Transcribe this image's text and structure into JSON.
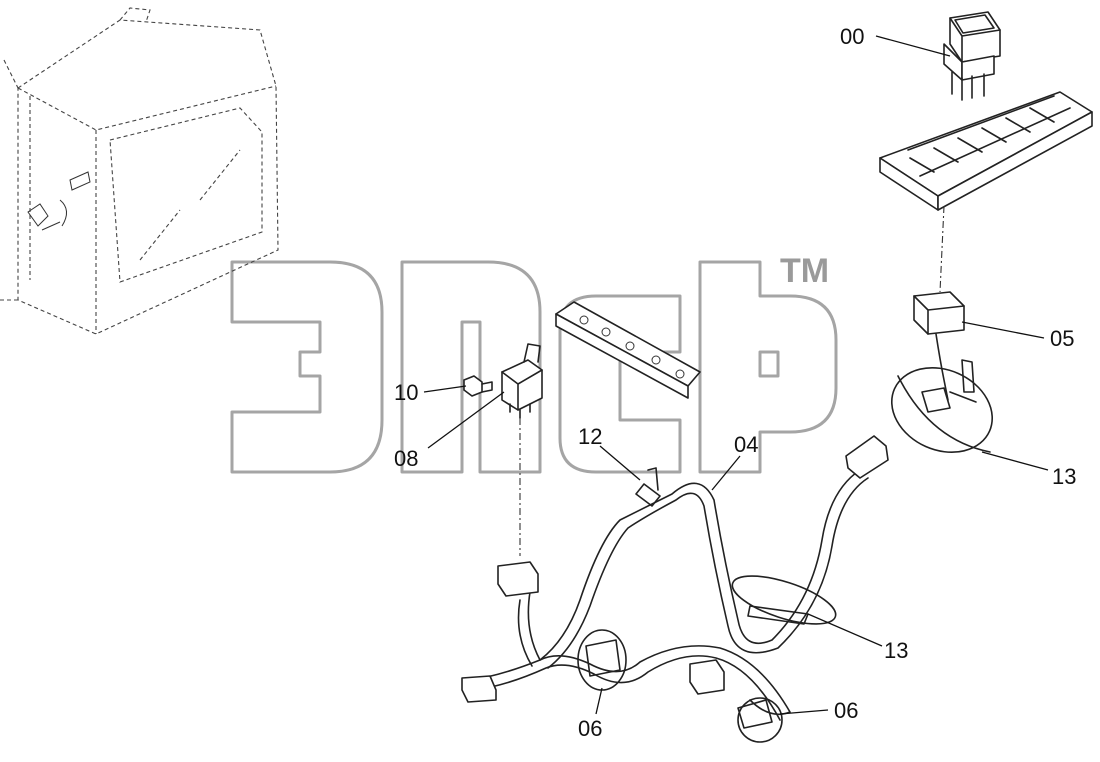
{
  "watermark": {
    "trademark": "TM"
  },
  "callouts": [
    {
      "id": "00",
      "text": "00"
    },
    {
      "id": "05",
      "text": "05"
    },
    {
      "id": "10",
      "text": "10"
    },
    {
      "id": "08",
      "text": "08"
    },
    {
      "id": "12",
      "text": "12"
    },
    {
      "id": "04",
      "text": "04"
    },
    {
      "id": "13a",
      "text": "13"
    },
    {
      "id": "13b",
      "text": "13"
    },
    {
      "id": "06a",
      "text": "06"
    },
    {
      "id": "06b",
      "text": "06"
    }
  ]
}
